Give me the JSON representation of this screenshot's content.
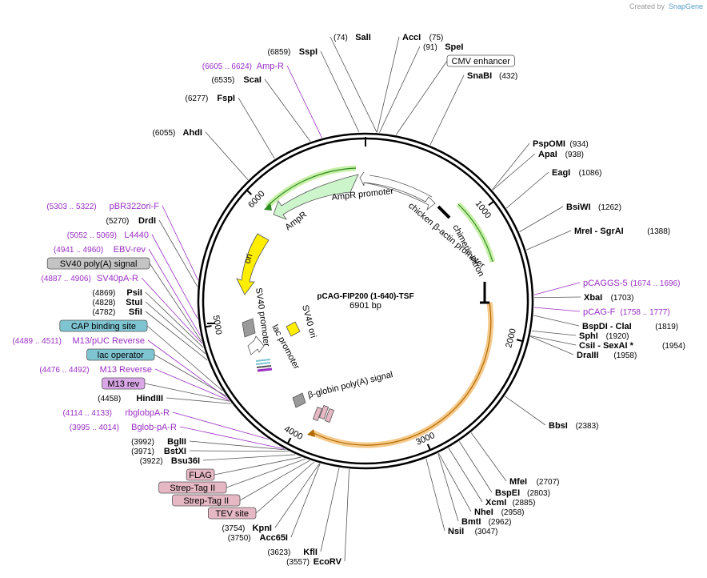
{
  "credit": {
    "prefix": "Created by",
    "brand": "SnapGene"
  },
  "plasmid": {
    "name": "pCAG-FIP200 (1-640)-TSF",
    "size_label": "6901 bp",
    "length": 6901
  },
  "ticks": [
    {
      "pos": 1000,
      "label": "1000"
    },
    {
      "pos": 2000,
      "label": "2000"
    },
    {
      "pos": 3000,
      "label": "3000"
    },
    {
      "pos": 4000,
      "label": "4000"
    },
    {
      "pos": 5000,
      "label": "5000"
    },
    {
      "pos": 6000,
      "label": "6000"
    }
  ],
  "right_labels": [
    {
      "kind": "site",
      "name": "SalI",
      "pos_text": "(74)",
      "pos": 74
    },
    {
      "kind": "site",
      "name": "AccI",
      "pos_text": "(75)",
      "pos": 75
    },
    {
      "kind": "site",
      "name": "SpeI",
      "pos_text": "(91)",
      "pos": 91
    },
    {
      "kind": "box",
      "name": "CMV enhancer",
      "pos": 200
    },
    {
      "kind": "site",
      "name": "SnaBI",
      "pos_text": "(432)",
      "pos": 432
    },
    {
      "kind": "site",
      "name": "PspOMI",
      "pos_text": "(934)",
      "pos": 934
    },
    {
      "kind": "site",
      "name": "ApaI",
      "pos_text": "(938)",
      "pos": 938
    },
    {
      "kind": "site",
      "name": "EagI",
      "pos_text": "(1086)",
      "pos": 1086
    },
    {
      "kind": "site",
      "name": "BsiWI",
      "pos_text": "(1262)",
      "pos": 1262
    },
    {
      "kind": "site",
      "name": "MreI  - SgrAI",
      "pos_text": "(1388)",
      "pos": 1388
    },
    {
      "kind": "primer",
      "name": "pCAGGS-5",
      "pos_text": "(1674 .. 1696)",
      "pos": 1685
    },
    {
      "kind": "site",
      "name": "XbaI",
      "pos_text": "(1703)",
      "pos": 1703
    },
    {
      "kind": "primer",
      "name": "pCAG-F",
      "pos_text": "(1758 .. 1777)",
      "pos": 1767
    },
    {
      "kind": "site",
      "name": "BspDI  - ClaI",
      "pos_text": "(1819)",
      "pos": 1819
    },
    {
      "kind": "site",
      "name": "SphI",
      "pos_text": "(1920)",
      "pos": 1920
    },
    {
      "kind": "site",
      "name": "CsiI  - SexAI *",
      "pos_text": "(1954)",
      "pos": 1954
    },
    {
      "kind": "site",
      "name": "DraIII",
      "pos_text": "(1958)",
      "pos": 1958
    },
    {
      "kind": "site",
      "name": "BbsI",
      "pos_text": "(2383)",
      "pos": 2383
    },
    {
      "kind": "site",
      "name": "MfeI",
      "pos_text": "(2707)",
      "pos": 2707
    },
    {
      "kind": "site",
      "name": "BspEI",
      "pos_text": "(2803)",
      "pos": 2803
    },
    {
      "kind": "site",
      "name": "XcmI",
      "pos_text": "(2885)",
      "pos": 2885
    },
    {
      "kind": "site",
      "name": "NheI",
      "pos_text": "(2958)",
      "pos": 2958
    },
    {
      "kind": "site",
      "name": "BmtI",
      "pos_text": "(2962)",
      "pos": 2962
    },
    {
      "kind": "site",
      "name": "NsiI",
      "pos_text": "(3047)",
      "pos": 3047
    }
  ],
  "left_labels": [
    {
      "kind": "site",
      "name": "SspI",
      "pos_text": "(6859)",
      "pos": 6859
    },
    {
      "kind": "primer",
      "name": "Amp-R",
      "pos_text": "(6605 .. 6624)",
      "pos": 6614
    },
    {
      "kind": "site",
      "name": "ScaI",
      "pos_text": "(6535)",
      "pos": 6535
    },
    {
      "kind": "site",
      "name": "FspI",
      "pos_text": "(6277)",
      "pos": 6277
    },
    {
      "kind": "site",
      "name": "AhdI",
      "pos_text": "(6055)",
      "pos": 6055
    },
    {
      "kind": "primer",
      "name": "pBR322ori-F",
      "pos_text": "(5303 .. 5322)",
      "pos": 5312
    },
    {
      "kind": "site",
      "name": "DrdI",
      "pos_text": "(5270)",
      "pos": 5270
    },
    {
      "kind": "primer",
      "name": "L4440",
      "pos_text": "(5052 .. 5069)",
      "pos": 5060
    },
    {
      "kind": "primer",
      "name": "EBV-rev",
      "pos_text": "(4941 .. 4960)",
      "pos": 4950
    },
    {
      "kind": "box",
      "name": "SV40 poly(A) signal",
      "color": "#c4c4c4",
      "pos": 4910
    },
    {
      "kind": "primer",
      "name": "SV40pA-R",
      "pos_text": "(4887 .. 4906)",
      "pos": 4896
    },
    {
      "kind": "site",
      "name": "PsiI",
      "pos_text": "(4869)",
      "pos": 4869
    },
    {
      "kind": "site",
      "name": "StuI",
      "pos_text": "(4828)",
      "pos": 4828
    },
    {
      "kind": "site",
      "name": "SfiI",
      "pos_text": "(4782)",
      "pos": 4782
    },
    {
      "kind": "box",
      "name": "CAP binding site",
      "color": "#7ec4d1",
      "pos": 4560
    },
    {
      "kind": "primer",
      "name": "M13/pUC Reverse",
      "pos_text": "(4489 .. 4511)",
      "pos": 4500
    },
    {
      "kind": "box",
      "name": "lac operator",
      "color": "#7ec4d1",
      "pos": 4520
    },
    {
      "kind": "primer",
      "name": "M13 Reverse",
      "pos_text": "(4476 .. 4492)",
      "pos": 4484
    },
    {
      "kind": "box",
      "name": "M13 rev",
      "color": "#d9a6e6",
      "pos": 4478
    },
    {
      "kind": "site",
      "name": "HindIII",
      "pos_text": "(4458)",
      "pos": 4458
    },
    {
      "kind": "primer",
      "name": "rbglobpA-R",
      "pos_text": "(4114 .. 4133)",
      "pos": 4123
    },
    {
      "kind": "primer",
      "name": "Bglob-pA-R",
      "pos_text": "(3995 .. 4014)",
      "pos": 4004
    },
    {
      "kind": "site",
      "name": "BglII",
      "pos_text": "(3992)",
      "pos": 3992
    },
    {
      "kind": "site",
      "name": "BstXI",
      "pos_text": "(3971)",
      "pos": 3971
    },
    {
      "kind": "site",
      "name": "Bsu36I",
      "pos_text": "(3922)",
      "pos": 3922
    },
    {
      "kind": "box",
      "name": "FLAG",
      "color": "#e6b8c4",
      "pos": 3880
    },
    {
      "kind": "box",
      "name": "Strep-Tag II",
      "color": "#e6b8c4",
      "pos": 3850
    },
    {
      "kind": "box",
      "name": "Strep-Tag II",
      "color": "#e6b8c4",
      "pos": 3820
    },
    {
      "kind": "box",
      "name": "TEV site",
      "color": "#e6b8c4",
      "pos": 3790
    },
    {
      "kind": "site",
      "name": "KpnI",
      "pos_text": "(3754)",
      "pos": 3754
    },
    {
      "kind": "site",
      "name": "Acc65I",
      "pos_text": "(3750)",
      "pos": 3750
    },
    {
      "kind": "site",
      "name": "KflI",
      "pos_text": "(3623)",
      "pos": 3623
    },
    {
      "kind": "site",
      "name": "EcoRV",
      "pos_text": "(3557)",
      "pos": 3557
    }
  ],
  "features": [
    {
      "name": "AmpR promoter",
      "label": "AmpR promoter",
      "color": "#ffffff"
    },
    {
      "name": "AmpR",
      "label": "AmpR",
      "color": "#ccf5cc"
    },
    {
      "name": "chicken beta-actin promoter",
      "label": "chicken β-actin promoter",
      "color": "#ffffff"
    },
    {
      "name": "chimeric intron",
      "label": "chimeric intron",
      "color": "#000000"
    },
    {
      "name": "ori",
      "label": "ori",
      "color": "#ffee00"
    },
    {
      "name": "SV40 promoter",
      "label": "SV40 promoter",
      "color": "#c4c4c4"
    },
    {
      "name": "SV40 ori",
      "label": "SV40 ori",
      "color": "#ffee00"
    },
    {
      "name": "lac promoter",
      "label": "lac promoter",
      "color": "#ffffff"
    },
    {
      "name": "beta-globin poly(A) signal",
      "label": "β-globin poly(A) signal",
      "color": "#c4c4c4"
    }
  ],
  "colors": {
    "primer": "#9a2fc4",
    "insert_highlight": "#f5c98a",
    "ampr_highlight": "#c8f0a8"
  }
}
